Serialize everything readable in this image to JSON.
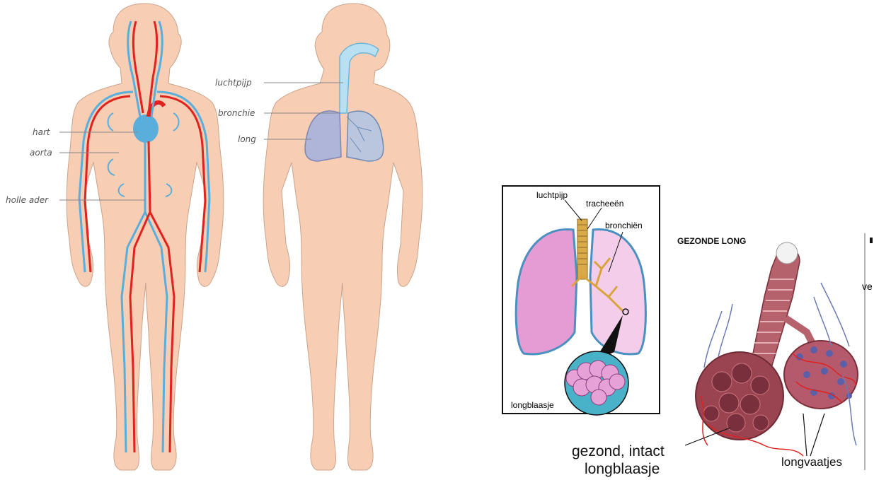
{
  "circulation_figure": {
    "labels": {
      "heart": "hart",
      "aorta": "aorta",
      "vena_cava": "holle ader"
    }
  },
  "respiration_figure": {
    "labels": {
      "trachea": "luchtpijp",
      "bronchus": "bronchie",
      "lung": "long"
    }
  },
  "lung_inset": {
    "labels": {
      "trachea": "luchtpijp",
      "tracheae": "tracheeën",
      "bronchi": "bronchiën",
      "alveolus": "longblaasje"
    }
  },
  "healthy_lung": {
    "title": "GEZONDE LONG",
    "labels": {
      "alveolus_line1": "gezond, intact",
      "alveolus_line2": "longblaasje",
      "vessels": "longvaatjes",
      "cut_text": "ve"
    }
  },
  "colors": {
    "skin": "#f7cdb3",
    "artery": "#e0231f",
    "vein": "#5aaedc",
    "lung_blue": "#aeb5d8",
    "lung_pink": "#e59bd3",
    "alveolus_red": "#9a4452"
  }
}
